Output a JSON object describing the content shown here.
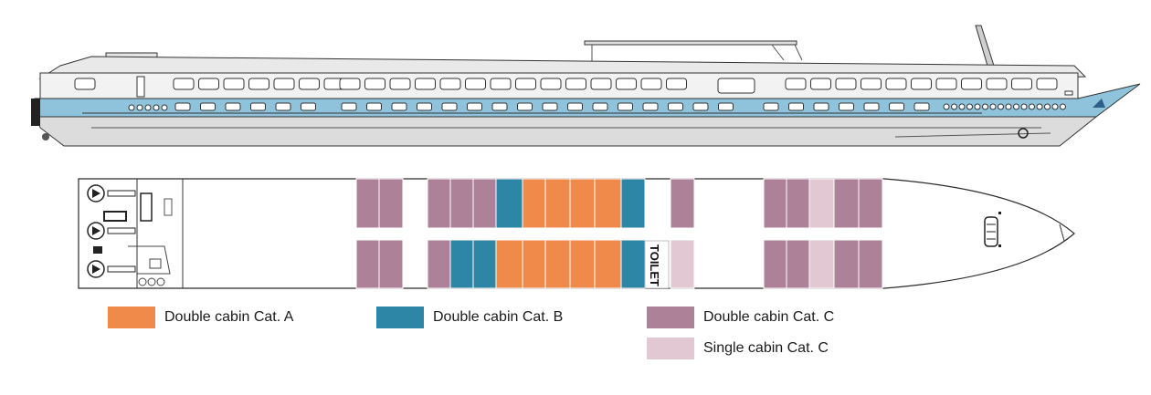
{
  "colors": {
    "cat_a": "#f08a4b",
    "cat_b": "#2e86a6",
    "cat_c_double": "#ad8299",
    "cat_c_single": "#e2c8d3",
    "hull_blue": "#8fc3dc",
    "hull_grey": "#dcdcdc",
    "outline": "#2a2a2a"
  },
  "deck_plan": {
    "toilet_label": "TOILET"
  },
  "legend": [
    {
      "label": "Double cabin Cat. A",
      "color": "#f08a4b"
    },
    {
      "label": "Double cabin Cat. B",
      "color": "#2e86a6"
    },
    {
      "label": "Double cabin Cat. C",
      "color": "#ad8299"
    },
    {
      "label": "Single cabin Cat. C",
      "color": "#e2c8d3"
    }
  ]
}
